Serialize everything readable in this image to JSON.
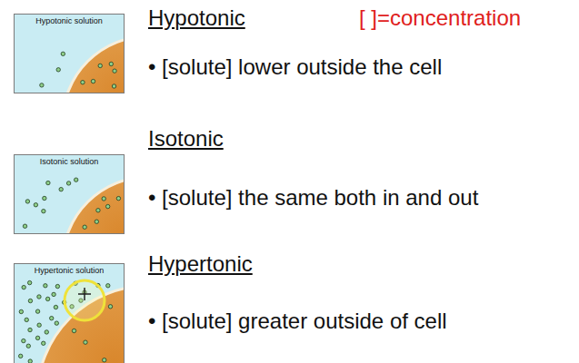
{
  "diagram": {
    "nodes": [
      {
        "text": [
          "Hypotonic solution"
        ]
      },
      {
        "text": [
          "Isotonic solution"
        ]
      },
      {
        "text": [
          "Hypertonic solution"
        ]
      }
    ],
    "labels": [
      "Hypotonic",
      "[ ]=concentration",
      "• [solute] lower outside the cell",
      "Isotonic",
      "• [solute] the same both in and out",
      "Hypertonic",
      "• [solute] greater outside of cell"
    ]
  }
}
